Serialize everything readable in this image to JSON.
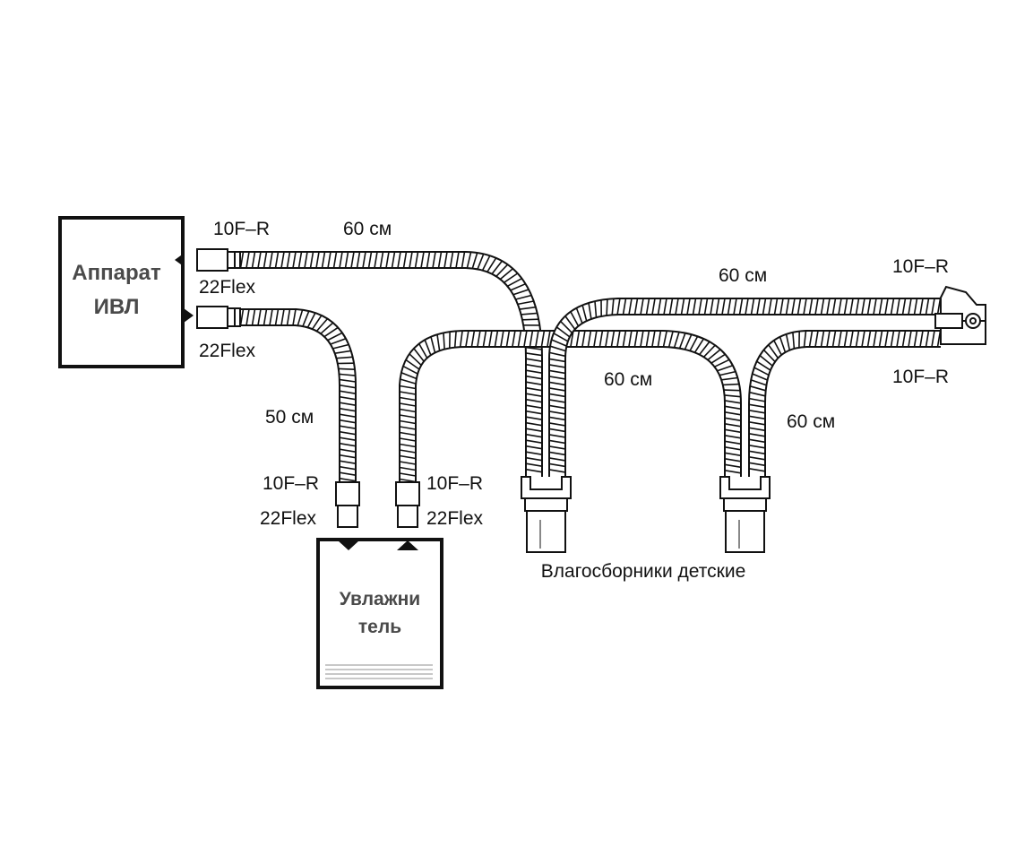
{
  "ventilator": {
    "line1": "Аппарат",
    "line2": "ИВЛ"
  },
  "humidifier": {
    "line1": "Увлажни",
    "line2": "тель"
  },
  "water_traps_label": "Влагосборники детские",
  "labels": {
    "top_10fr": "10F–R",
    "top_len": "60 см",
    "vent_22flex_1": "22Flex",
    "vent_22flex_2": "22Flex",
    "left_len": "50 см",
    "hum_in_10fr": "10F–R",
    "hum_in_22flex": "22Flex",
    "hum_out_10fr": "10F–R",
    "hum_out_22flex": "22Flex",
    "mid_len": "60 см",
    "upper_right_len": "60 см",
    "right_10fr_top": "10F–R",
    "right_10fr_bottom": "10F–R",
    "lower_right_len": "60 см"
  },
  "colors": {
    "line": "#111111",
    "tube_fill": "#ffffff",
    "label_gray": "#4a4a4a"
  }
}
